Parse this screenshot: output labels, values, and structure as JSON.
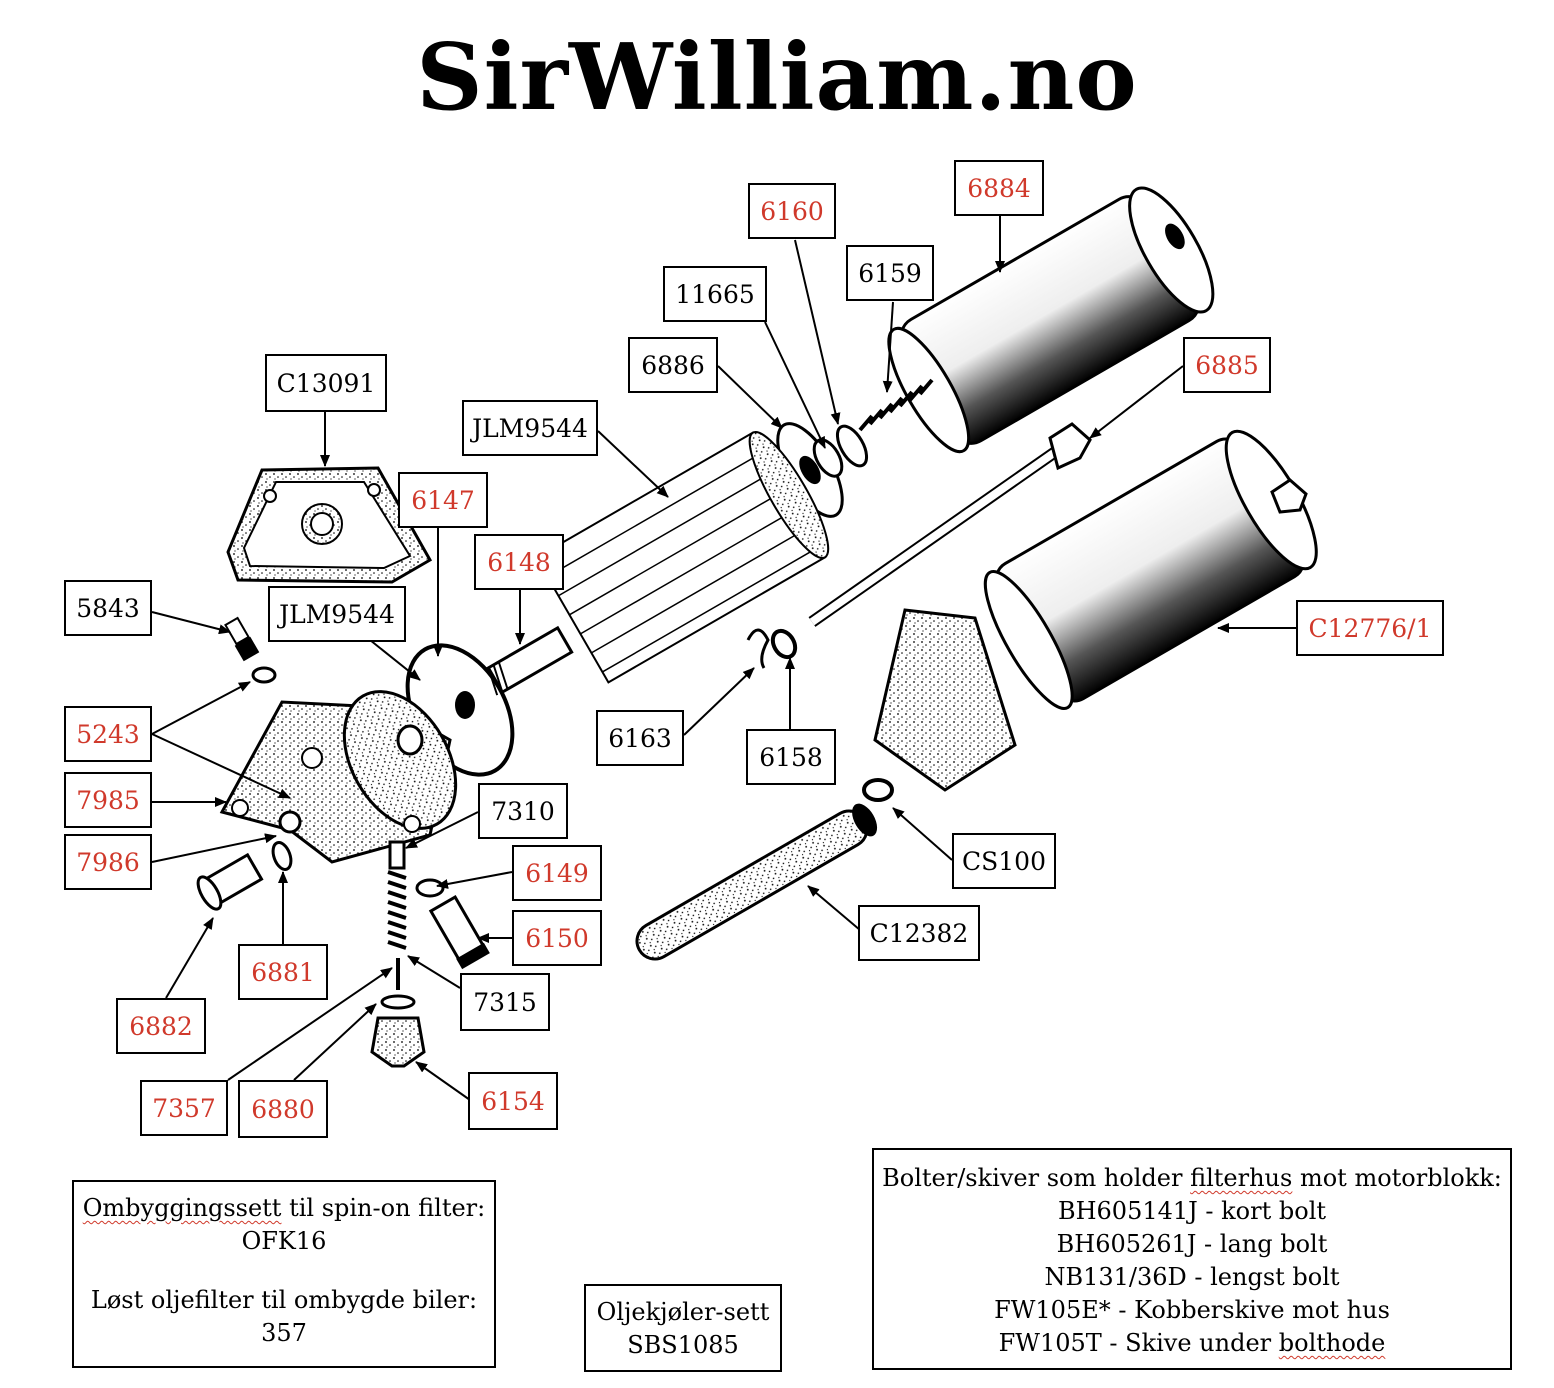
{
  "title": "SirWilliam.no",
  "labels": {
    "p6884": "6884",
    "p6160": "6160",
    "p6159": "6159",
    "p11665": "11665",
    "p6886": "6886",
    "p6885": "6885",
    "pC13091": "C13091",
    "pJLM9544_top": "JLM9544",
    "p6147": "6147",
    "p6148": "6148",
    "p5843": "5843",
    "pJLM9544_left": "JLM9544",
    "pC12776": "C12776/1",
    "p5243": "5243",
    "p7985": "7985",
    "p7986": "7986",
    "p6163": "6163",
    "p6158": "6158",
    "p7310": "7310",
    "pCS100": "CS100",
    "p6149": "6149",
    "p6150": "6150",
    "pC12382": "C12382",
    "p6881": "6881",
    "p7315": "7315",
    "p6882": "6882",
    "p6154": "6154",
    "p7357": "7357",
    "p6880": "6880"
  },
  "conversion_box": {
    "line1_part1": "Ombyggingssett",
    "line1_part2": " til spin-on filter:",
    "line2": "OFK16",
    "line3": "Løst oljefilter til ombygde biler:",
    "line4": "357"
  },
  "cooler_box": {
    "line1": "Oljekjøler-sett",
    "line2": "SBS1085"
  },
  "bolts_box": {
    "header_part1": "Bolter/skiver som holder ",
    "header_part2": "filterhus",
    "header_part3": " mot motorblokk:",
    "lines": [
      "BH605141J - kort bolt",
      "BH605261J - lang bolt",
      "NB131/36D - lengst bolt",
      "FW105E* - Kobberskive mot hus"
    ],
    "last_part1": "FW105T - Skive under ",
    "last_part2": "bolthode"
  },
  "colors": {
    "red_label": "#d0392b",
    "black": "#000000"
  }
}
